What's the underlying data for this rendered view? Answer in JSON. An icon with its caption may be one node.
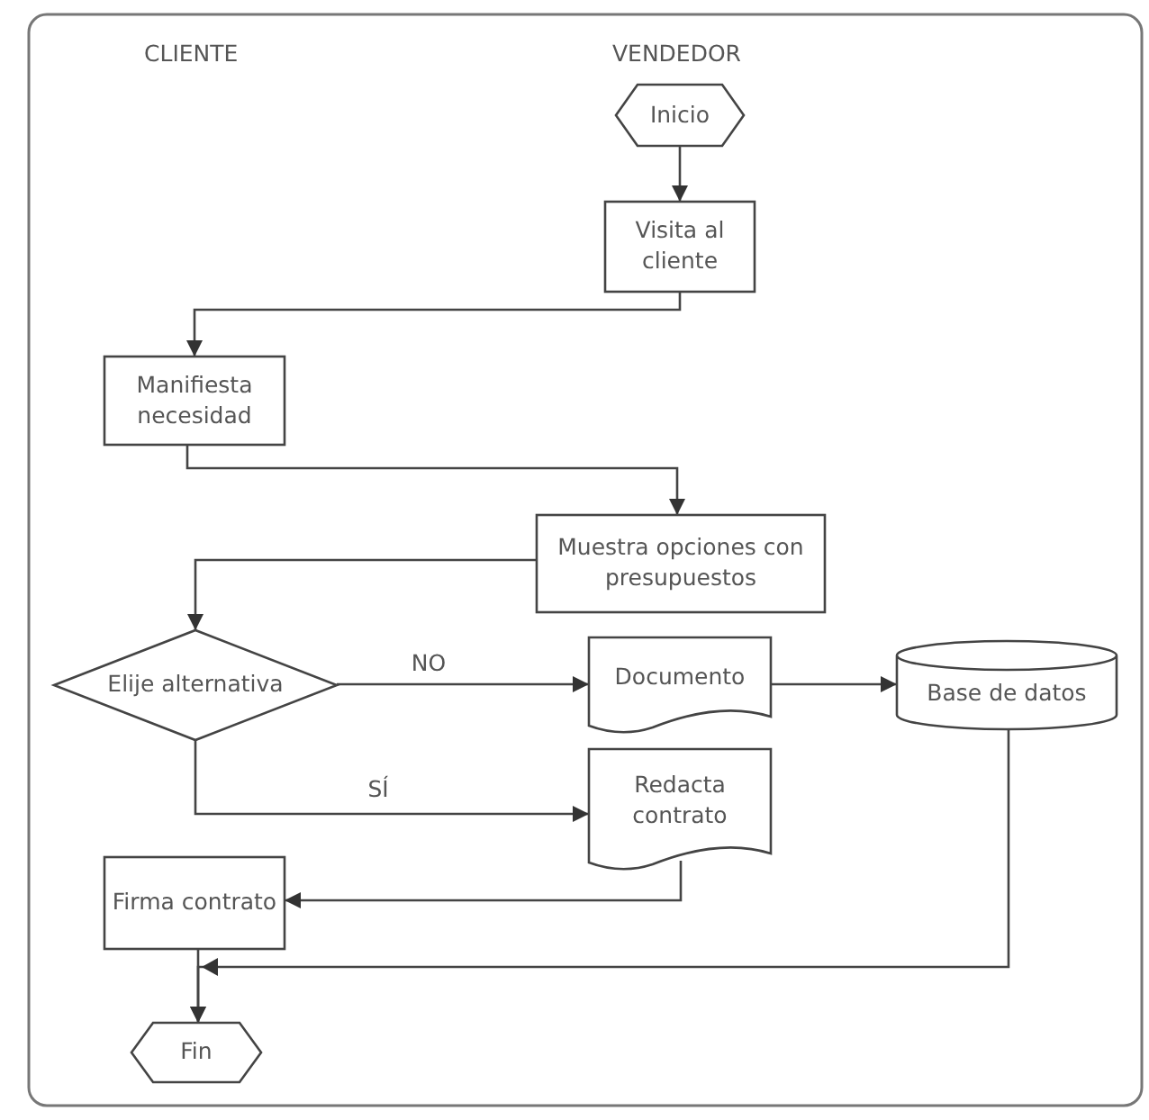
{
  "diagram": {
    "nodes": [
      {
        "text": [
          "Inicio"
        ]
      },
      {
        "text": [
          "Visita al cliente"
        ]
      },
      {
        "text": [
          "Manifiesta necesidad"
        ]
      },
      {
        "text": [
          "Muestra opciones con presupuestos"
        ]
      },
      {
        "text": [
          "Elije alternativa"
        ]
      },
      {
        "text": [
          "Documento"
        ]
      },
      {
        "text": [
          "Base de datos"
        ]
      },
      {
        "text": [
          "Redacta contrato"
        ]
      },
      {
        "text": [
          "Firma contrato"
        ]
      },
      {
        "text": [
          "Fin"
        ]
      }
    ],
    "edges": [
      {
        "from": 0,
        "to": 1,
        "arrow": "to"
      },
      {
        "from": 1,
        "to": 2,
        "arrow": "to"
      },
      {
        "from": 2,
        "to": 3,
        "arrow": "to"
      },
      {
        "from": 3,
        "to": 4,
        "arrow": "to"
      },
      {
        "from": 4,
        "to": 5,
        "arrow": "to",
        "label": "NO"
      },
      {
        "from": 4,
        "to": 7,
        "arrow": "to",
        "label": "SÍ"
      },
      {
        "from": 5,
        "to": 6,
        "arrow": "to"
      },
      {
        "from": 7,
        "to": 8,
        "arrow": "to"
      },
      {
        "from": 6,
        "to": 9,
        "arrow": "to"
      },
      {
        "from": 8,
        "to": 9,
        "arrow": "to"
      }
    ],
    "labels": [
      "CLIENTE",
      "VENDEDOR"
    ]
  }
}
